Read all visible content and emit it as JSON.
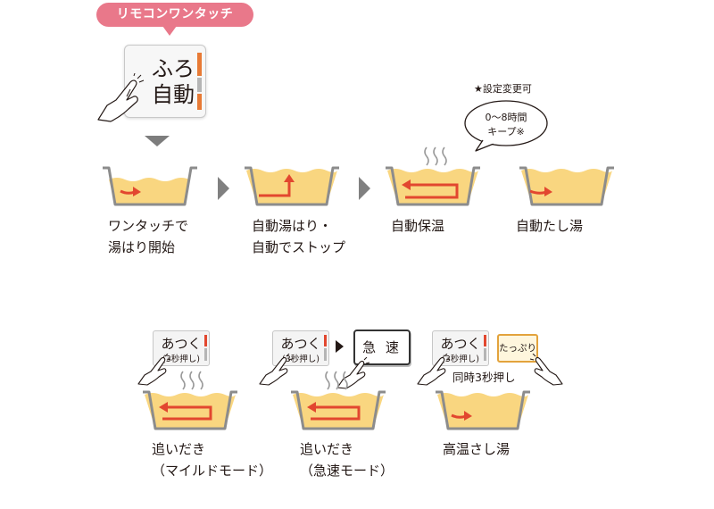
{
  "header": {
    "pill_label": "リモコンワンタッチ"
  },
  "main_button": {
    "line1": "ふろ",
    "line2": "自動",
    "stripe_colors": [
      "#e87a35",
      "#b5b5b5",
      "#e87a35"
    ]
  },
  "note": {
    "label": "設定変更可",
    "mark": "★"
  },
  "bubble": {
    "line1": "0～8時間",
    "line2": "キープ※"
  },
  "steps": [
    {
      "line1": "ワンタッチで",
      "line2": "湯はり開始"
    },
    {
      "line1": "自動湯はり・",
      "line2": "自動でストップ"
    },
    {
      "line1": "自動保温",
      "line2": ""
    },
    {
      "line1": "自動たし湯",
      "line2": ""
    }
  ],
  "buttons": {
    "atsuku": {
      "main": "あつく",
      "sub": "(3秒押し)"
    },
    "kyusoku": "急 速",
    "tappuri": "たっぷり",
    "same_time": "同時3秒押し"
  },
  "modes": [
    {
      "line1": "追いだき",
      "line2": "（マイルドモード）"
    },
    {
      "line1": "追いだき",
      "line2": "（急速モード）"
    },
    {
      "line1": "高温さし湯",
      "line2": ""
    }
  ],
  "colors": {
    "water": "#f9d680",
    "tub_outline": "#8c8c8c",
    "arrow": "#e2472f",
    "pill": "#e9788a",
    "arrow_gray": "#808080"
  }
}
